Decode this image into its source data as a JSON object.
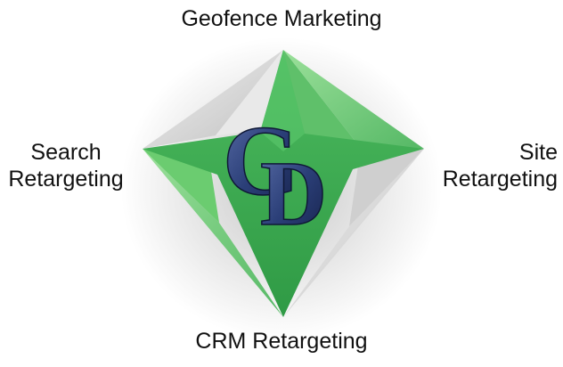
{
  "diagram": {
    "labels": {
      "top": "Geofence Marketing",
      "left_line1": "Search",
      "left_line2": "Retargeting",
      "right_line1": "Site",
      "right_line2": "Retargeting",
      "bottom": "CRM Retargeting"
    },
    "logo": {
      "letter1": "G",
      "letter2": "D"
    },
    "colors": {
      "green_main": "#3faa55",
      "green_light": "#7ed07a",
      "green_dark": "#1f8a3a",
      "logo_blue": "#2b3f78",
      "shadow_gray": "#cfcfcf"
    }
  }
}
